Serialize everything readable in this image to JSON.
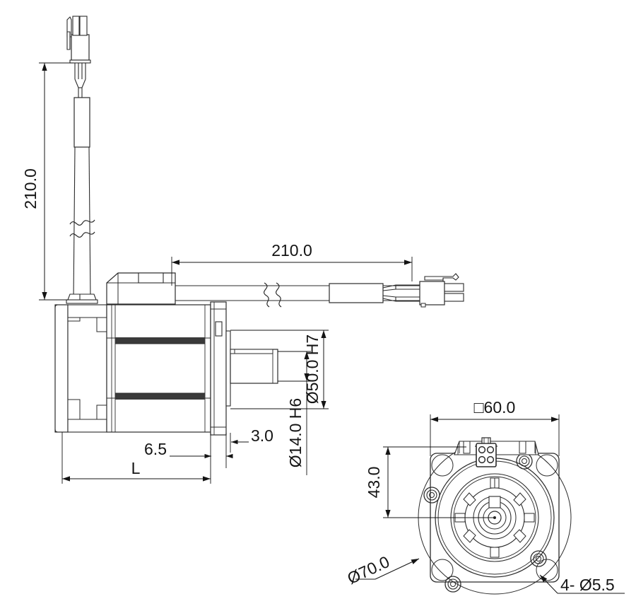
{
  "drawing": {
    "title": "Servo motor outline dimension drawing",
    "units": "mm",
    "line_color": "#2b2b2b",
    "dim_color": "#141414",
    "lamination_color": "#3a3a3a"
  },
  "dimensions": {
    "cable_length_vertical": "210.0",
    "cable_length_horizontal": "210.0",
    "shaft_pilot_diameter": "Ø50.0 H7",
    "shaft_diameter": "Ø14.0 H6",
    "shaft_shoulder": "3.0",
    "shaft_length": "6.5",
    "body_length": "L",
    "flange_square": "□60.0",
    "connector_height": "43.0",
    "bolt_circle": "Ø70.0",
    "bolt_holes": "4- Ø5.5"
  },
  "views": {
    "side_view_name": "side-view",
    "front_view_name": "front-view"
  },
  "annotations": [
    {
      "id": "dim-210-vertical",
      "label": "210.0",
      "orientation": "vertical"
    },
    {
      "id": "dim-210-horizontal",
      "label": "210.0",
      "orientation": "horizontal"
    },
    {
      "id": "dim-d50-h7",
      "label": "Ø50.0 H7",
      "orientation": "vertical"
    },
    {
      "id": "dim-d14-h6",
      "label": "Ø14.0 H6",
      "orientation": "vertical"
    },
    {
      "id": "dim-3-0",
      "label": "3.0",
      "orientation": "horizontal"
    },
    {
      "id": "dim-6-5",
      "label": "6.5",
      "orientation": "horizontal"
    },
    {
      "id": "dim-L",
      "label": "L",
      "orientation": "horizontal"
    },
    {
      "id": "dim-square-60",
      "label": "□60.0",
      "orientation": "horizontal"
    },
    {
      "id": "dim-43-0",
      "label": "43.0",
      "orientation": "vertical"
    },
    {
      "id": "dim-d70",
      "label": "Ø70.0",
      "orientation": "leader"
    },
    {
      "id": "dim-4-d55",
      "label": "4- Ø5.5",
      "orientation": "leader"
    }
  ]
}
